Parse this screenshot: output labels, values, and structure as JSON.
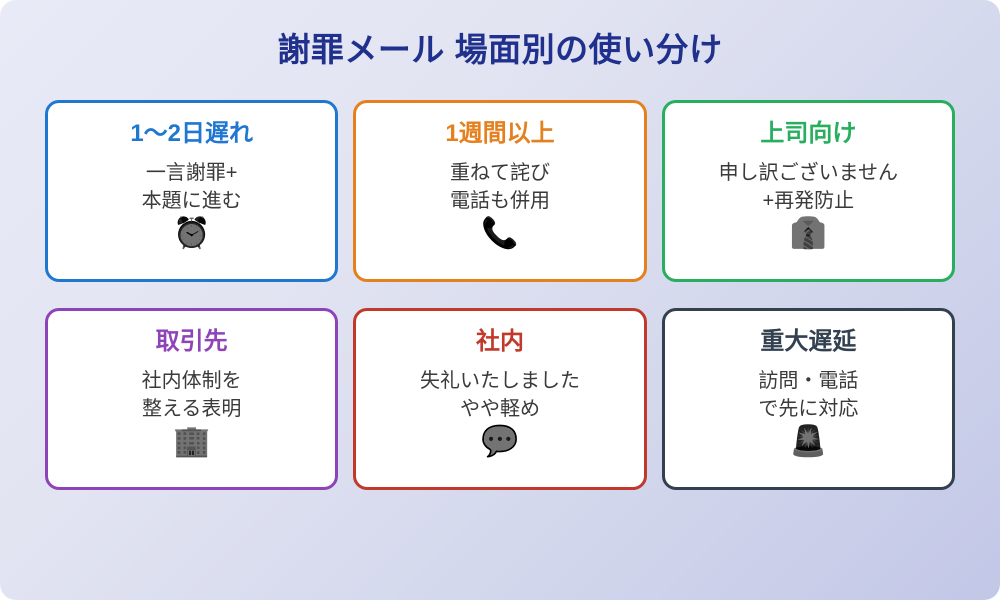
{
  "header": {
    "title": "謝罪メール 場面別の使い分け",
    "title_color": "#20308d"
  },
  "theme": {
    "background_from": "#e9eaf7",
    "background_to": "#c2c7e7",
    "card_background": "#ffffff",
    "body_text_color": "#3a3a3a"
  },
  "cards": [
    {
      "title": "1〜2日遅れ",
      "body_line1": "一言謝罪+",
      "body_line2": "本題に進む",
      "icon": "alarm-clock-icon",
      "icon_glyph": "⏰",
      "color": "#1f77d0"
    },
    {
      "title": "1週間以上",
      "body_line1": "重ねて詫び",
      "body_line2": "電話も併用",
      "icon": "telephone-receiver-icon",
      "icon_glyph": "📞",
      "color": "#e4801e"
    },
    {
      "title": "上司向け",
      "body_line1": "申し訳ございません",
      "body_line2": "+再発防止",
      "icon": "necktie-icon",
      "icon_glyph": "👔",
      "color": "#27ae5f"
    },
    {
      "title": "取引先",
      "body_line1": "社内体制を",
      "body_line2": "整える表明",
      "icon": "office-building-icon",
      "icon_glyph": "🏢",
      "color": "#8e44b8"
    },
    {
      "title": "社内",
      "body_line1": "失礼いたしました",
      "body_line2": "やや軽め",
      "icon": "speech-balloon-icon",
      "icon_glyph": "💬",
      "color": "#c0392b"
    },
    {
      "title": "重大遅延",
      "body_line1": "訪問・電話",
      "body_line2": "で先に対応",
      "icon": "police-car-light-icon",
      "icon_glyph": "🚨",
      "color": "#33404f"
    }
  ]
}
